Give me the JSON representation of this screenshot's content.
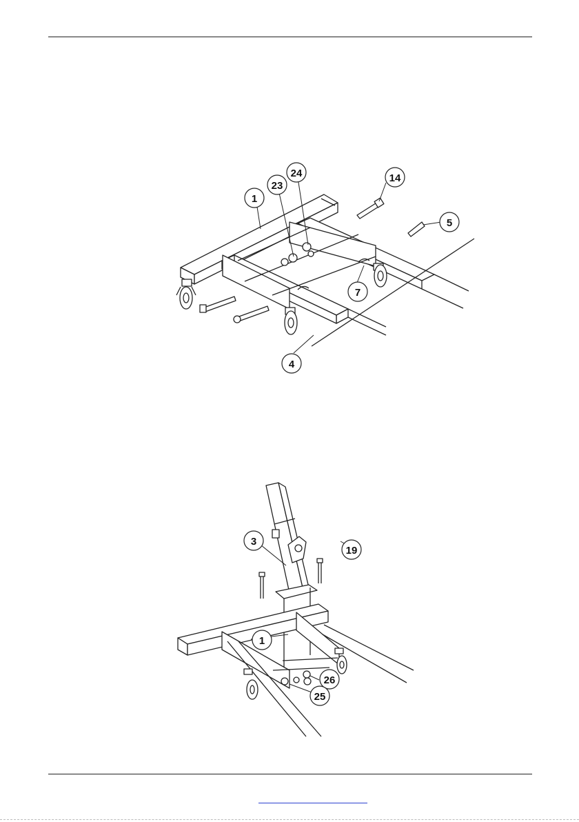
{
  "page": {
    "footer_link": ""
  },
  "figure1": {
    "callouts": [
      {
        "id": "c1",
        "label": "1"
      },
      {
        "id": "c23",
        "label": "23"
      },
      {
        "id": "c24",
        "label": "24"
      },
      {
        "id": "c14",
        "label": "14"
      },
      {
        "id": "c5",
        "label": "5"
      },
      {
        "id": "c7",
        "label": "7"
      },
      {
        "id": "c4",
        "label": "4"
      }
    ]
  },
  "figure2": {
    "callouts": [
      {
        "id": "c3",
        "label": "3"
      },
      {
        "id": "c19",
        "label": "19"
      },
      {
        "id": "c1",
        "label": "1"
      },
      {
        "id": "c26",
        "label": "26"
      },
      {
        "id": "c25",
        "label": "25"
      }
    ]
  }
}
